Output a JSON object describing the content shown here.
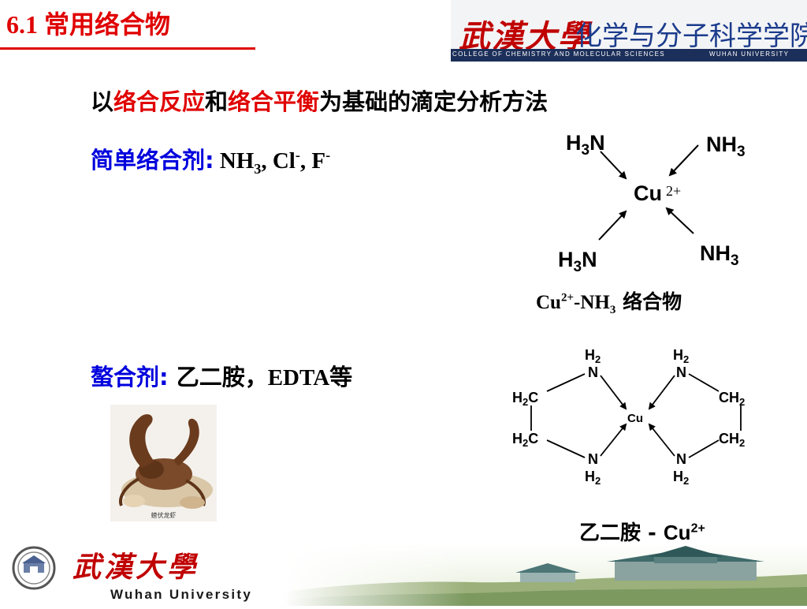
{
  "slide": {
    "title": "6.1 常用络合物"
  },
  "header": {
    "cn_university": "武漢大學",
    "cn_college": "化学与分子科学学院",
    "en_college": "COLLEGE OF CHEMISTRY AND MOLECULAR SCIENCES",
    "en_university": "WUHAN UNIVERSITY"
  },
  "headline": {
    "p1": "以",
    "p2": "络合反应",
    "p3": "和",
    "p4": "络合平衡",
    "p5": "为基础的滴定分析方法"
  },
  "simple": {
    "label": "简单络合剂:",
    "nh": " NH",
    "nh_sub": "3",
    "cl": ", Cl",
    "cl_sup": "-",
    "f": ", F",
    "f_sup": "-"
  },
  "chelate": {
    "label": "螯合剂:",
    "text": " 乙二胺，",
    "edta": "EDTA",
    "tail": "等"
  },
  "nh3_complex": {
    "h3n": "H",
    "three": "3",
    "n": "N",
    "nh3": "NH",
    "cu": "Cu",
    "charge": "2+",
    "caption_cu": "Cu",
    "caption_sup": "2+",
    "caption_nh": "-NH",
    "caption_sub": "3",
    "caption_tail": " 络合物"
  },
  "en_complex": {
    "h2": "H",
    "two": "2",
    "n": "N",
    "c": "C",
    "ch": "CH",
    "cu": "Cu",
    "caption": "乙二胺 - ",
    "caption_cu": "Cu",
    "caption_sup": "2+"
  },
  "photo": {
    "caption": "螃伏龙虾"
  },
  "footer": {
    "cn_university": "武漢大學",
    "en_university": "Wuhan University"
  },
  "colors": {
    "title_red": "#e00000",
    "blue": "#0000dd",
    "logo_navy": "#1c2f5a"
  }
}
